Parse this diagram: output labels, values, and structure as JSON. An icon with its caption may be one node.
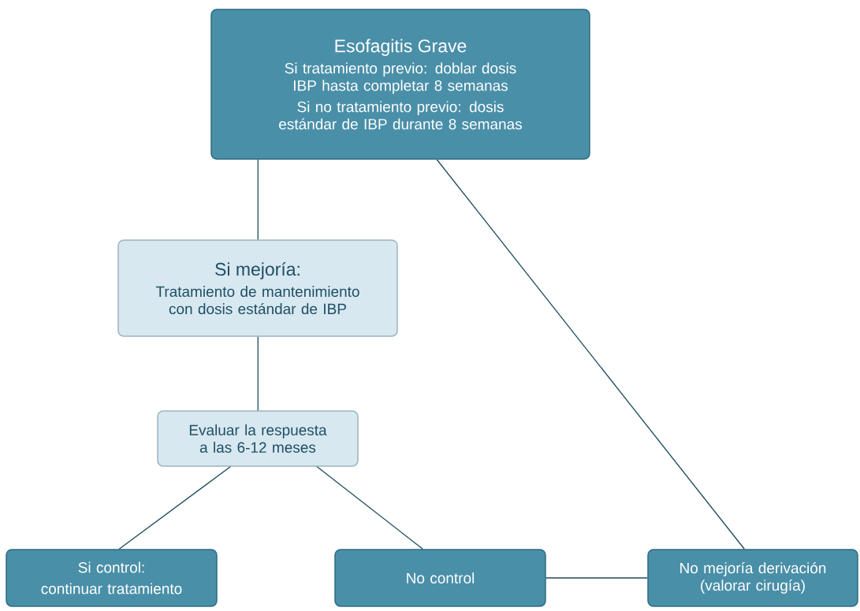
{
  "diagram": {
    "nodes": [
      {
        "text": [
          "Esofagitis Grave",
          "Si tratamiento previo: doblar dosis IBP hasta completar 8 semanas",
          "Si no tratamiento previo: dosis estándar de IBP durante 8 semanas"
        ]
      },
      {
        "text": [
          "Si mejoría:",
          "Tratamiento de mantenimiento con dosis estándar de IBP"
        ]
      },
      {
        "text": [
          "Evaluar la respuesta a las 6-12 meses"
        ]
      },
      {
        "text": [
          "Si control:",
          "continuar tratamiento"
        ]
      },
      {
        "text": [
          "No control"
        ]
      },
      {
        "text": [
          "No mejoría derivación (valorar cirugía)"
        ]
      }
    ],
    "edges": [
      {
        "from": 0,
        "to": 1,
        "arrow": "none"
      },
      {
        "from": 0,
        "to": 5,
        "arrow": "none"
      },
      {
        "from": 1,
        "to": 2,
        "arrow": "none"
      },
      {
        "from": 2,
        "to": 3,
        "arrow": "none"
      },
      {
        "from": 2,
        "to": 4,
        "arrow": "none"
      },
      {
        "from": 4,
        "to": 5,
        "arrow": "none"
      }
    ]
  }
}
